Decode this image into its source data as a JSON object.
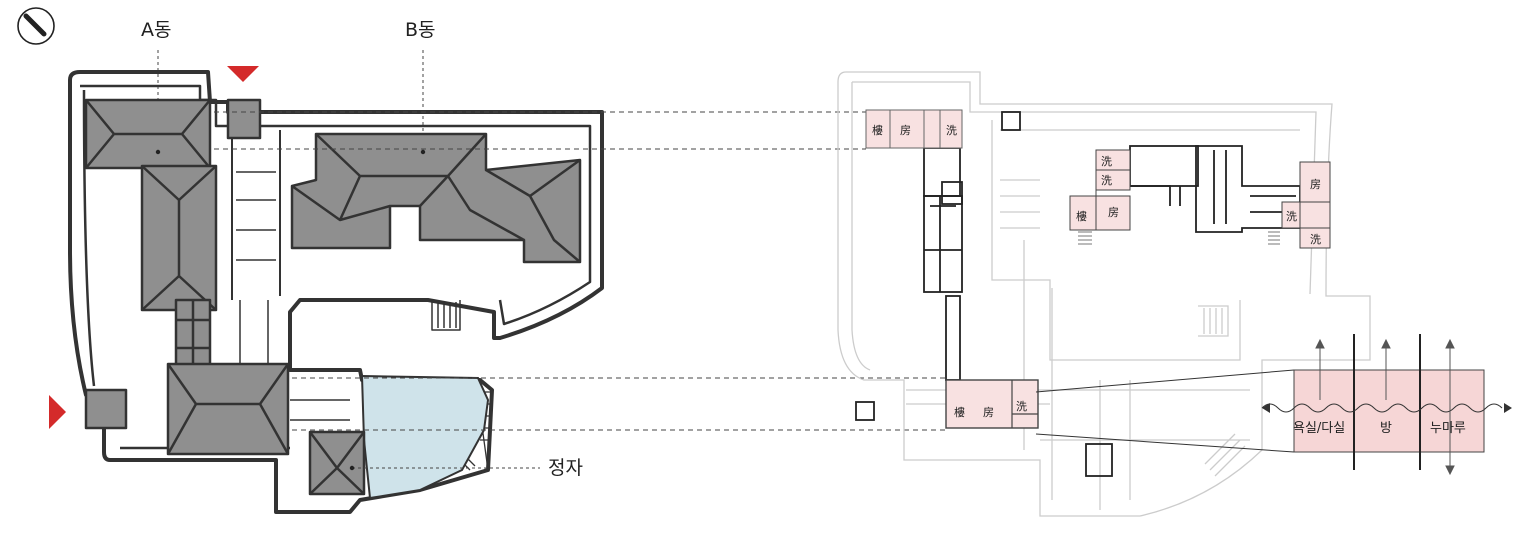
{
  "labels": {
    "building_a": "A동",
    "building_b": "B동",
    "pavilion": "정자"
  },
  "plan_rooms": {
    "a_top": [
      "樓",
      "房",
      "洗"
    ],
    "a_bottom": [
      "樓",
      "房",
      "洗"
    ],
    "b_left": [
      "洗",
      "洗",
      "樓",
      "房"
    ],
    "b_right": [
      "房",
      "洗",
      "洗"
    ]
  },
  "section": {
    "zones": [
      "욕실/다실",
      "방",
      "누마루"
    ]
  },
  "colors": {
    "roof": "#8f8f8f",
    "wall": "#333333",
    "water": "#cfe3ea",
    "room_fill": "#f8e1e1",
    "section_fill": "#f6d6d6",
    "entry_marker": "#d42a2a",
    "plan_line": "#cccccc"
  },
  "icons": {
    "north": "compass-north-icon",
    "entry": "entry-triangle-icon"
  }
}
